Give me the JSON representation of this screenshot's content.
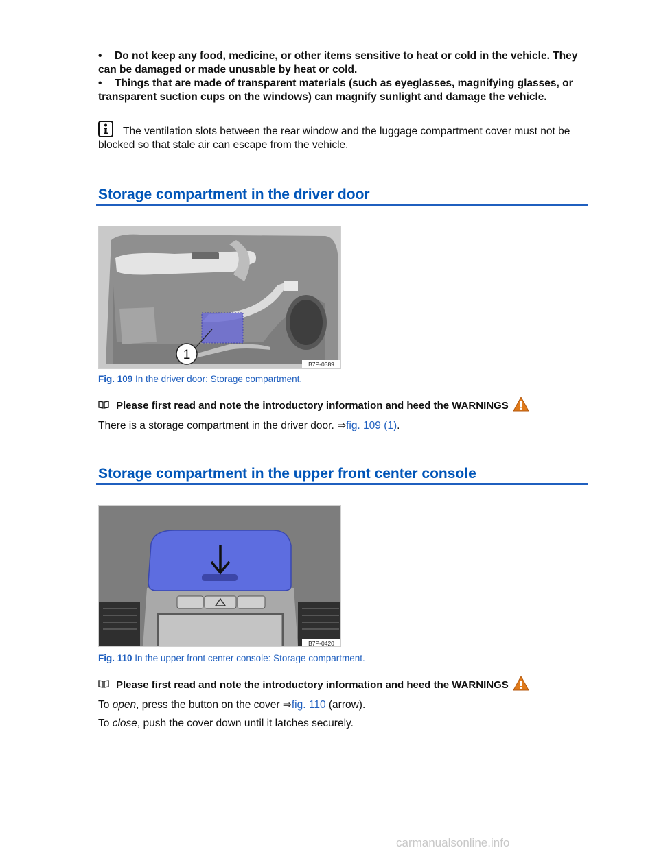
{
  "bullets": [
    "Do not keep any food, medicine, or other items sensitive to heat or cold in the vehicle. They can be damaged or made unusable by heat or cold.",
    "Things that are made of transparent materials (such as eyeglasses, magnifying glasses, or transparent suction cups on the windows) can magnify sunlight and damage the vehicle."
  ],
  "note": {
    "icon": "info-icon",
    "text": "The ventilation slots between the rear window and the luggage compartment cover must not be blocked so that stale air can escape from the vehicle."
  },
  "section1": {
    "heading": "Storage compartment in the driver door",
    "figure": {
      "code": "B7P-0389",
      "callout": "1"
    },
    "caption_label": "Fig. 109",
    "caption_text": "In the driver door: Storage compartment.",
    "read_text": "Please first read and note the introductory information and heed the WARNINGS",
    "body_text": "There is a storage compartment in the driver door.",
    "body_ref_arrow": "⇒",
    "body_link": "fig. 109 (1)",
    "body_end": "."
  },
  "section2": {
    "heading": "Storage compartment in the upper front center console",
    "figure": {
      "code": "B7P-0420"
    },
    "caption_label": "Fig. 110",
    "caption_text": "In the upper front center console: Storage compartment.",
    "read_text": "Please first read and note the introductory information and heed the WARNINGS",
    "open_pre": "To",
    "open_word": "open",
    "open_mid": ", press the button on the cover",
    "open_arrow": "⇒",
    "open_link": "fig. 110",
    "open_end": "(arrow).",
    "close_pre": "To",
    "close_word": "close",
    "close_end": ", push the cover down until it latches securely."
  },
  "footer": {
    "watermark": "carmanualsonline.info"
  },
  "colors": {
    "accent": "#1f5fbf",
    "heading": "#0055b8",
    "warning": "#e07a1a"
  }
}
